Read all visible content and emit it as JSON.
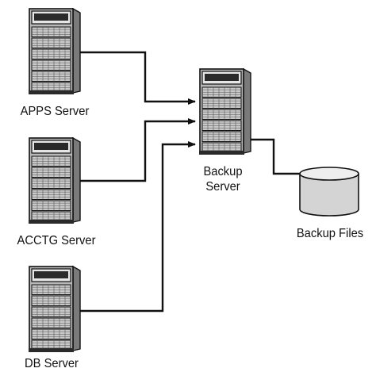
{
  "nodes": {
    "apps_server": {
      "label": "APPS Server",
      "icon": "server-tower-icon"
    },
    "acctg_server": {
      "label": "ACCTG Server",
      "icon": "server-tower-icon"
    },
    "db_server": {
      "label": "DB Server",
      "icon": "server-tower-icon"
    },
    "backup_server": {
      "label": "Backup\nServer",
      "icon": "server-tower-icon"
    },
    "backup_files": {
      "label": "Backup Files",
      "icon": "storage-cylinder-icon"
    }
  },
  "edges": [
    {
      "from": "APPS Server",
      "to": "Backup Server",
      "arrow": true
    },
    {
      "from": "ACCTG Server",
      "to": "Backup Server",
      "arrow": true
    },
    {
      "from": "DB Server",
      "to": "Backup Server",
      "arrow": true
    },
    {
      "from": "Backup Server",
      "to": "Backup Files",
      "arrow": false
    }
  ],
  "colors": {
    "line": "#111111",
    "server_body": "#b8b8b8",
    "server_dark": "#2a2a2a",
    "cylinder": "#d4d4d4"
  }
}
